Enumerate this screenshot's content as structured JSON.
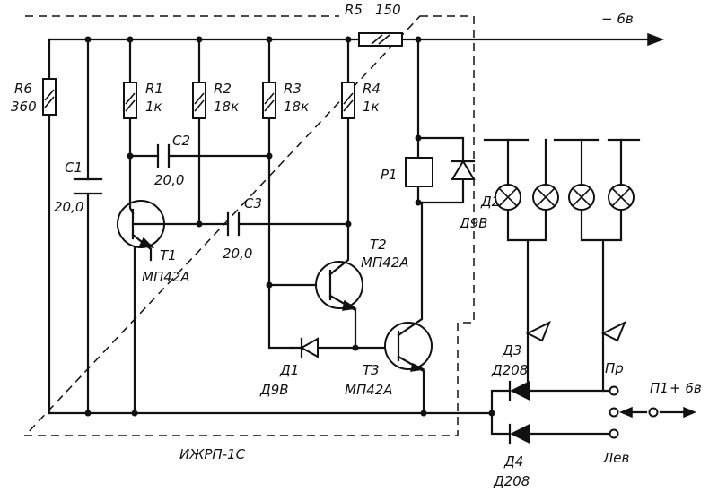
{
  "supply": {
    "label": "− 6в",
    "plus_label": "+ 6в",
    "switch_label": "П1",
    "right_pos": "Пр",
    "left_pos": "Лев"
  },
  "module": {
    "label": "ИЖРП-1С"
  },
  "resistors": {
    "r5": {
      "name": "R5",
      "value": "150"
    },
    "r6": {
      "name": "R6",
      "value": "360"
    },
    "r1": {
      "name": "R1",
      "value": "1к"
    },
    "r2": {
      "name": "R2",
      "value": "18к"
    },
    "r3": {
      "name": "R3",
      "value": "18к"
    },
    "r4": {
      "name": "R4",
      "value": "1к"
    }
  },
  "capacitors": {
    "c1": {
      "name": "C1",
      "value": "20,0"
    },
    "c2": {
      "name": "C2",
      "value": "20,0"
    },
    "c3": {
      "name": "C3",
      "value": "20,0"
    }
  },
  "transistors": {
    "t1": {
      "name": "T1",
      "type": "МП42А"
    },
    "t2": {
      "name": "T2",
      "type": "МП42А"
    },
    "t3": {
      "name": "T3",
      "type": "МП42А"
    }
  },
  "diodes": {
    "d1": {
      "name": "Д1",
      "type": "Д9В"
    },
    "d2": {
      "name": "Д2",
      "type": "Д9В"
    },
    "d3": {
      "name": "Д3",
      "type": "Д208"
    },
    "d4": {
      "name": "Д4",
      "type": "Д208"
    }
  },
  "relay": {
    "name": "P1"
  }
}
